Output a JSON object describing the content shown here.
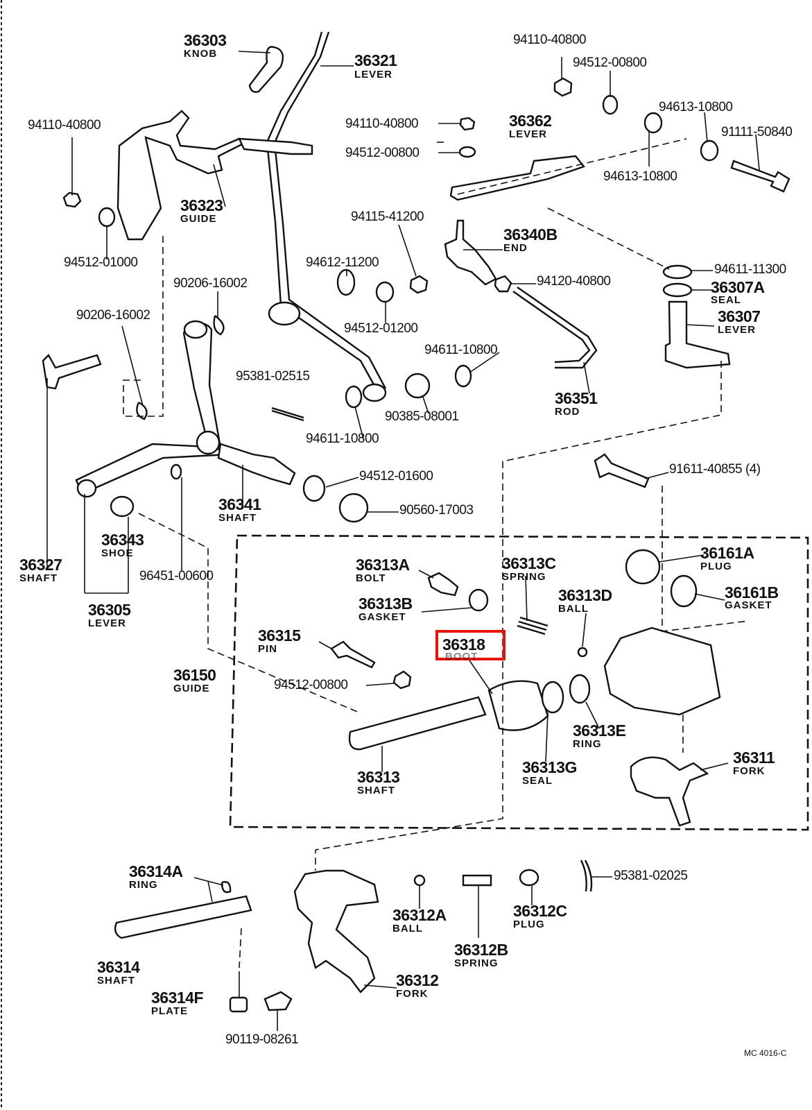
{
  "highlight": {
    "part_number": "36318",
    "name": "BOOT",
    "box_color": "#e8140c"
  },
  "catalog_code": "MC 4016-C",
  "labels": {
    "knob_36303": {
      "number": "36303",
      "name": "KNOB"
    },
    "lever_36321": {
      "number": "36321",
      "name": "LEVER"
    },
    "nut_94110_tl": {
      "number": "94110-40800"
    },
    "guide_36323": {
      "number": "36323",
      "name": "GUIDE"
    },
    "washer_94512_01000": {
      "number": "94512-01000"
    },
    "clip_90206_a": {
      "number": "90206-16002"
    },
    "clip_90206_b": {
      "number": "90206-16002"
    },
    "shaft_36327": {
      "number": "36327",
      "name": "SHAFT"
    },
    "lever_36305": {
      "number": "36305",
      "name": "LEVER"
    },
    "shoe_36343": {
      "number": "36343",
      "name": "SHOE"
    },
    "nipple_96451": {
      "number": "96451-00600"
    },
    "shaft_36341": {
      "number": "36341",
      "name": "SHAFT"
    },
    "pin_95381_02515": {
      "number": "95381-02515"
    },
    "washer_94611_10800_a": {
      "number": "94611-10800"
    },
    "washer_94612_11200": {
      "number": "94612-11200"
    },
    "washer_94512_01200": {
      "number": "94512-01200"
    },
    "nut_94115_41200": {
      "number": "94115-41200"
    },
    "nut_94110_mid": {
      "number": "94110-40800"
    },
    "washer_94512_00800_mid": {
      "number": "94512-00800"
    },
    "end_36340B": {
      "number": "36340B",
      "name": "END"
    },
    "nut_94120": {
      "number": "94120-40800"
    },
    "washer_94611_10800_b": {
      "number": "94611-10800"
    },
    "rod_36351": {
      "number": "36351",
      "name": "ROD"
    },
    "bushing_90385": {
      "number": "90385-08001"
    },
    "washer_94512_01600": {
      "number": "94512-01600"
    },
    "seal_90560": {
      "number": "90560-17003"
    },
    "nut_94110_tr": {
      "number": "94110-40800"
    },
    "washer_94512_00800_tr": {
      "number": "94512-00800"
    },
    "washer_94613_a": {
      "number": "94613-10800"
    },
    "washer_94613_b": {
      "number": "94613-10800"
    },
    "bolt_91111": {
      "number": "91111-50840"
    },
    "lever_36362": {
      "number": "36362",
      "name": "LEVER"
    },
    "washer_94611_11300": {
      "number": "94611-11300"
    },
    "seal_36307A": {
      "number": "36307A",
      "name": "SEAL"
    },
    "lever_36307": {
      "number": "36307",
      "name": "LEVER"
    },
    "bolt_91611": {
      "number": "91611-40855 (4)"
    },
    "plug_36161A": {
      "number": "36161A",
      "name": "PLUG"
    },
    "gasket_36161B": {
      "number": "36161B",
      "name": "GASKET"
    },
    "bolt_36313A": {
      "number": "36313A",
      "name": "BOLT"
    },
    "gasket_36313B": {
      "number": "36313B",
      "name": "GASKET"
    },
    "spring_36313C": {
      "number": "36313C",
      "name": "SPRING"
    },
    "ball_36313D": {
      "number": "36313D",
      "name": "BALL"
    },
    "pin_36315": {
      "number": "36315",
      "name": "PIN"
    },
    "guide_36150": {
      "number": "36150",
      "name": "GUIDE"
    },
    "washer_94512_00800_in": {
      "number": "94512-00800"
    },
    "boot_36318": {
      "number": "36318",
      "name": "BOOT"
    },
    "ring_36313E": {
      "number": "36313E",
      "name": "RING"
    },
    "seal_36313G": {
      "number": "36313G",
      "name": "SEAL"
    },
    "shaft_36313": {
      "number": "36313",
      "name": "SHAFT"
    },
    "fork_36311": {
      "number": "36311",
      "name": "FORK"
    },
    "ring_36314A": {
      "number": "36314A",
      "name": "RING"
    },
    "shaft_36314": {
      "number": "36314",
      "name": "SHAFT"
    },
    "plate_36314F": {
      "number": "36314F",
      "name": "PLATE"
    },
    "bolt_90119": {
      "number": "90119-08261"
    },
    "ball_36312A": {
      "number": "36312A",
      "name": "BALL"
    },
    "spring_36312B": {
      "number": "36312B",
      "name": "SPRING"
    },
    "plug_36312C": {
      "number": "36312C",
      "name": "PLUG"
    },
    "fork_36312": {
      "number": "36312",
      "name": "FORK"
    },
    "pin_95381_02025": {
      "number": "95381-02025"
    }
  }
}
